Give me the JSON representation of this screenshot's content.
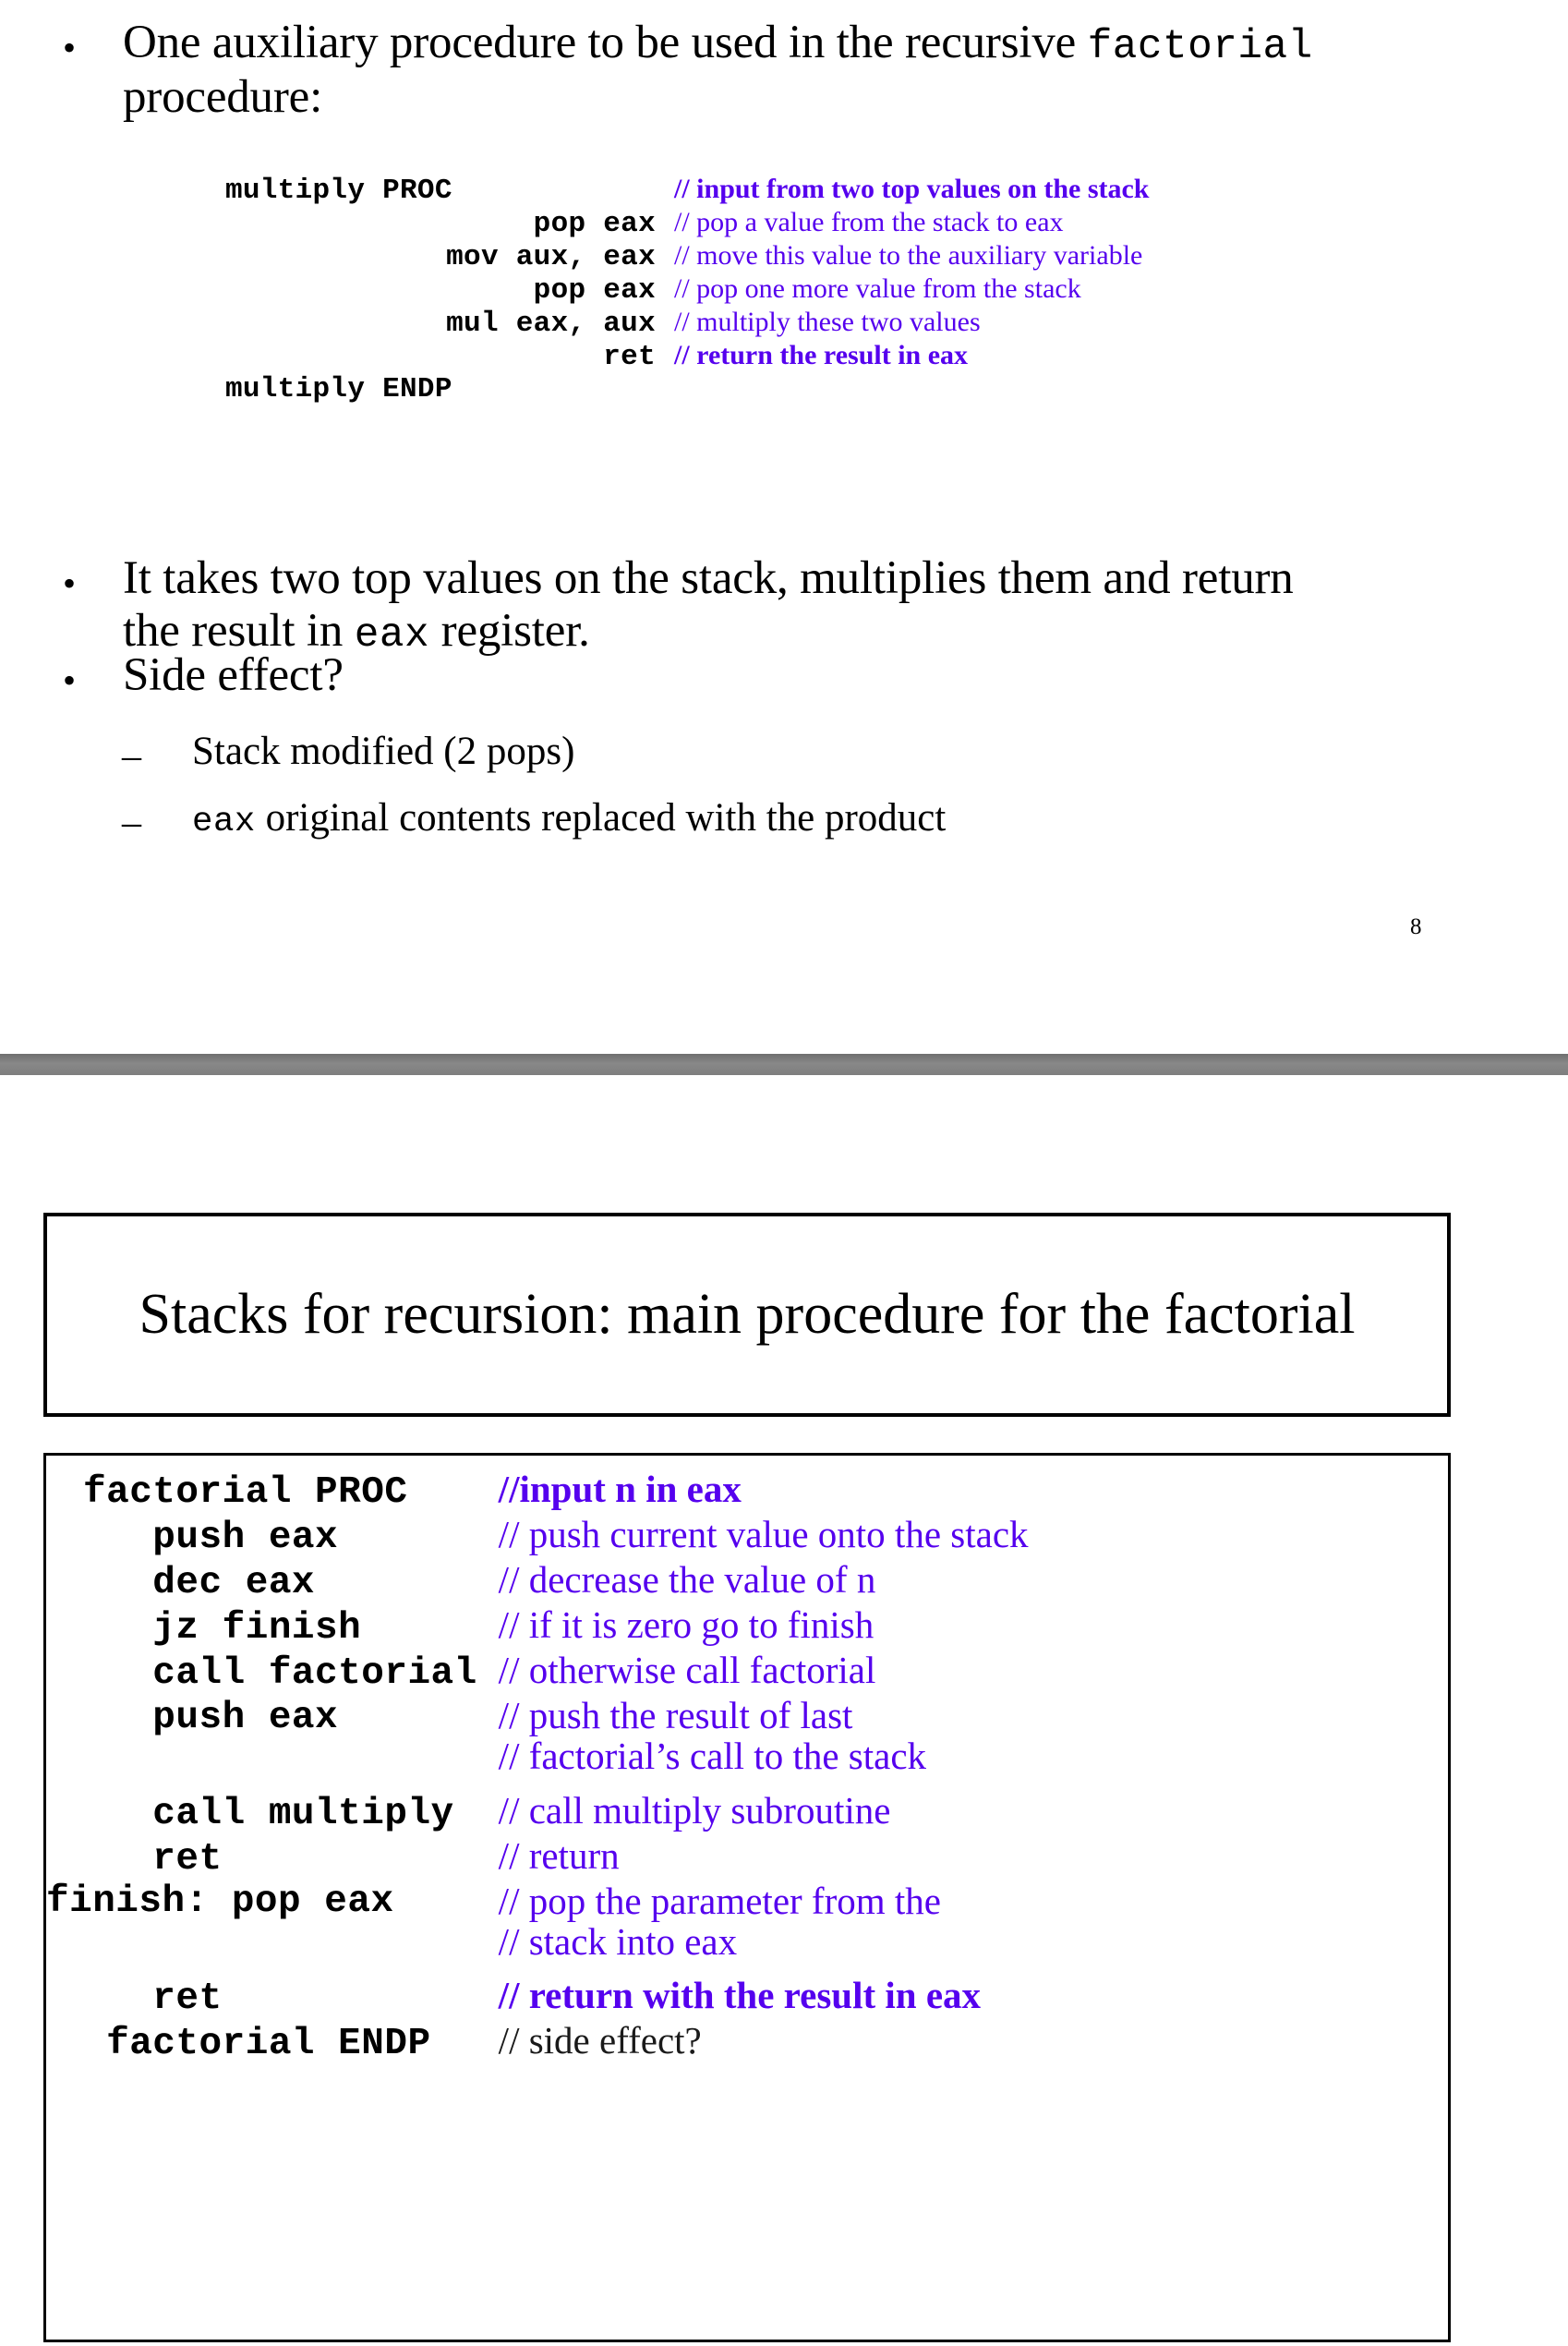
{
  "slide_one": {
    "bullets": [
      {
        "marker": "•",
        "segments": [
          {
            "text": "One auxiliary procedure to be used in the recursive ",
            "mono": false
          },
          {
            "text": "factorial",
            "mono": true
          },
          {
            "text": " procedure:",
            "mono": false
          }
        ],
        "plain": "One auxiliary procedure to be used in the recursive factorial procedure:"
      },
      {
        "marker": "•",
        "plain": "It takes two top values on the stack, multiplies them and return the result in eax register."
      },
      {
        "marker": "•",
        "plain": "Side effect?"
      }
    ],
    "bullet1_pre": "One auxiliary procedure to be used in the recursive ",
    "bullet1_mono": "factorial",
    "bullet1_post": " procedure:",
    "bullet2_pre": "It takes two top values on the stack, them and return the result in ",
    "bullet2_a": "It takes two top values on the stack, multiplies them and return the result in ",
    "bullet2_mono": "eax",
    "bullet2_post": " register.",
    "bullet3": "Side effect?",
    "sub_bullets": [
      {
        "marker": "–",
        "text": "Stack modified (2 pops)"
      },
      {
        "marker": "–",
        "mono": "eax",
        "text": " original contents replaced with the product"
      }
    ],
    "sub1_marker": "–",
    "sub1_text": "Stack modified (2 pops)",
    "sub2_marker": "–",
    "sub2_mono": "eax",
    "sub2_text": " original contents replaced with the product",
    "code": [
      {
        "op": "multiply PROC",
        "indent": "outdent",
        "comment": "// input from two top values on the stack",
        "bold": true
      },
      {
        "op": "pop eax",
        "indent": "normal",
        "comment": "// pop a value from the stack to eax",
        "bold": false
      },
      {
        "op": "mov aux, eax",
        "indent": "normal",
        "comment": "// move this value to the auxiliary variable",
        "bold": false
      },
      {
        "op": "pop eax",
        "indent": "normal",
        "comment": "// pop one more value from the stack",
        "bold": false
      },
      {
        "op": "mul eax, aux",
        "indent": "normal",
        "comment": "// multiply these two values",
        "bold": false
      },
      {
        "op": "ret",
        "indent": "normal",
        "comment": "// return the result in eax",
        "bold": true
      },
      {
        "op": "multiply ENDP",
        "indent": "outdent",
        "comment": "",
        "bold": false
      }
    ],
    "page_number": "8"
  },
  "slide_two": {
    "title": "Stacks for recursion: main procedure for the factorial",
    "code": [
      {
        "op": "factorial PROC",
        "pad": 18,
        "comment": "//input n in eax",
        "comment2": "",
        "bold": true,
        "black": false,
        "gap": 22
      },
      {
        "op": "   push eax",
        "pad": 26,
        "comment": "// push current value onto the stack",
        "comment2": "",
        "bold": false,
        "black": false,
        "gap": 0
      },
      {
        "op": "   dec eax",
        "pad": 26,
        "comment": "// decrease the value of n",
        "comment2": "",
        "bold": false,
        "black": false,
        "gap": 0
      },
      {
        "op": "   jz finish",
        "pad": 12,
        "comment": "// if it is zero go to finish",
        "comment2": "",
        "bold": false,
        "black": false,
        "gap": 0
      },
      {
        "op": "   call factorial",
        "pad": 18,
        "comment": "// otherwise call factorial",
        "comment2": "",
        "bold": false,
        "black": false,
        "gap": 0
      },
      {
        "op": "   push eax",
        "pad": 150,
        "comment": "// push the result of last",
        "comment2": "// factorial’s call to the stack",
        "bold": false,
        "black": false,
        "gap": 0
      },
      {
        "op": "   call multiply",
        "pad": 48,
        "comment": "// call multiply subroutine",
        "comment2": "",
        "bold": false,
        "black": false,
        "gap": 0
      },
      {
        "op": "   ret",
        "pad": 222,
        "comment": "// return",
        "comment2": "",
        "bold": false,
        "black": false,
        "gap": 0
      },
      {
        "op": "finish: pop eax",
        "pad": 40,
        "comment": "// pop the parameter from the",
        "comment2": "// stack into eax",
        "bold": false,
        "black": false,
        "gap": 0
      },
      {
        "op": "   ret",
        "pad": 222,
        "comment": "// return with the result in eax",
        "comment2": "",
        "bold": true,
        "black": false,
        "gap": 0
      },
      {
        "op": " factorial ENDP",
        "pad": 42,
        "comment": "// side effect?",
        "comment2": "",
        "bold": false,
        "black": true,
        "gap": 0
      }
    ]
  },
  "colors": {
    "comment_purple": "#5500EE",
    "text_black": "#000000",
    "divider_gray": "#808080"
  }
}
